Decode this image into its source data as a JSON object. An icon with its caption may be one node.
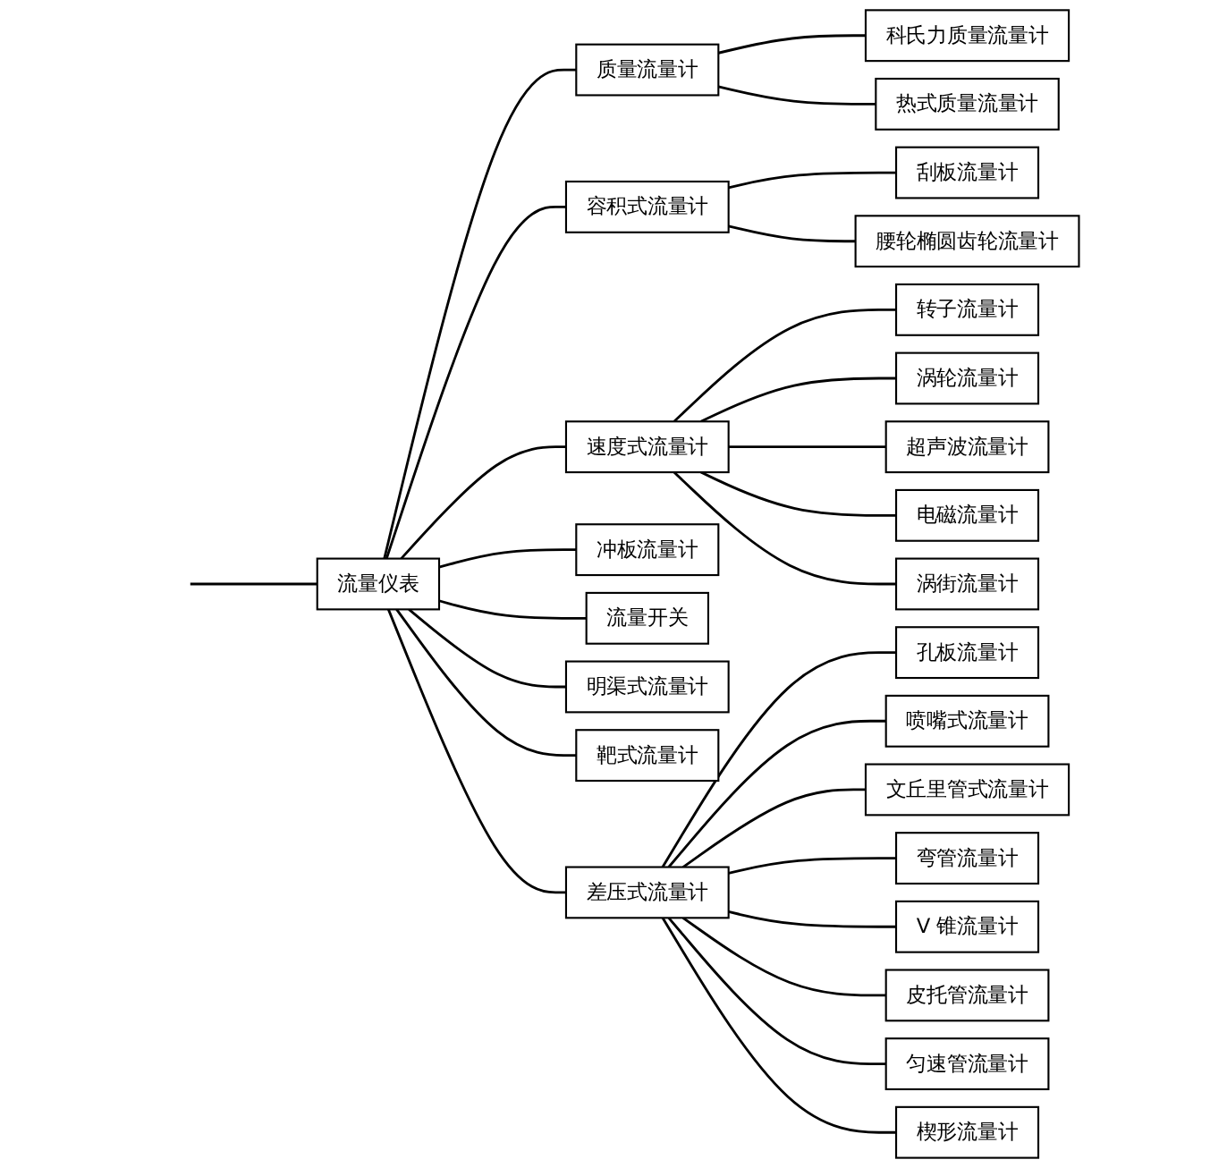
{
  "diagram": {
    "nodes": [
      {
        "text": [
          "流量仪表"
        ]
      },
      {
        "text": [
          "质量流量计"
        ]
      },
      {
        "text": [
          "科氏力质量流量计"
        ]
      },
      {
        "text": [
          "热式质量流量计"
        ]
      },
      {
        "text": [
          "容积式流量计"
        ]
      },
      {
        "text": [
          "刮板流量计"
        ]
      },
      {
        "text": [
          "腰轮椭圆齿轮流量计"
        ]
      },
      {
        "text": [
          "速度式流量计"
        ]
      },
      {
        "text": [
          "转子流量计"
        ]
      },
      {
        "text": [
          "涡轮流量计"
        ]
      },
      {
        "text": [
          "超声波流量计"
        ]
      },
      {
        "text": [
          "电磁流量计"
        ]
      },
      {
        "text": [
          "涡街流量计"
        ]
      },
      {
        "text": [
          "冲板流量计"
        ]
      },
      {
        "text": [
          "流量开关"
        ]
      },
      {
        "text": [
          "明渠式流量计"
        ]
      },
      {
        "text": [
          "靶式流量计"
        ]
      },
      {
        "text": [
          "差压式流量计"
        ]
      },
      {
        "text": [
          "孔板流量计"
        ]
      },
      {
        "text": [
          "喷嘴式流量计"
        ]
      },
      {
        "text": [
          "文丘里管式流量计"
        ]
      },
      {
        "text": [
          "弯管流量计"
        ]
      },
      {
        "text": [
          "V 锥流量计"
        ]
      },
      {
        "text": [
          "皮托管流量计"
        ]
      },
      {
        "text": [
          "匀速管流量计"
        ]
      },
      {
        "text": [
          "楔形流量计"
        ]
      }
    ],
    "edges": [
      {
        "from": null,
        "to": 0,
        "arrow": "none"
      },
      {
        "from": 0,
        "to": 1,
        "arrow": "none"
      },
      {
        "from": 1,
        "to": 2,
        "arrow": "none"
      },
      {
        "from": 1,
        "to": 3,
        "arrow": "none"
      },
      {
        "from": 0,
        "to": 4,
        "arrow": "none"
      },
      {
        "from": 4,
        "to": 5,
        "arrow": "none"
      },
      {
        "from": 4,
        "to": 6,
        "arrow": "none"
      },
      {
        "from": 0,
        "to": 7,
        "arrow": "none"
      },
      {
        "from": 7,
        "to": 8,
        "arrow": "none"
      },
      {
        "from": 7,
        "to": 9,
        "arrow": "none"
      },
      {
        "from": 7,
        "to": 10,
        "arrow": "none"
      },
      {
        "from": 7,
        "to": 11,
        "arrow": "none"
      },
      {
        "from": 7,
        "to": 12,
        "arrow": "none"
      },
      {
        "from": 0,
        "to": 13,
        "arrow": "none"
      },
      {
        "from": 0,
        "to": 14,
        "arrow": "none"
      },
      {
        "from": 0,
        "to": 15,
        "arrow": "none"
      },
      {
        "from": 0,
        "to": 16,
        "arrow": "none"
      },
      {
        "from": 0,
        "to": 17,
        "arrow": "none"
      },
      {
        "from": 17,
        "to": 18,
        "arrow": "none"
      },
      {
        "from": 17,
        "to": 19,
        "arrow": "none"
      },
      {
        "from": 17,
        "to": 20,
        "arrow": "none"
      },
      {
        "from": 17,
        "to": 21,
        "arrow": "none"
      },
      {
        "from": 17,
        "to": 22,
        "arrow": "none"
      },
      {
        "from": 17,
        "to": 23,
        "arrow": "none"
      },
      {
        "from": 17,
        "to": 24,
        "arrow": "none"
      },
      {
        "from": 17,
        "to": 25,
        "arrow": "none"
      }
    ]
  }
}
